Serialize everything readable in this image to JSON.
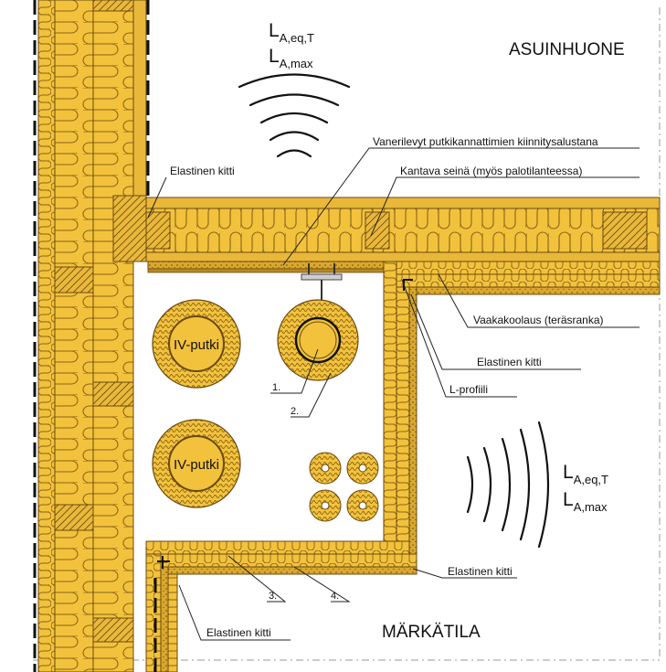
{
  "rooms": {
    "top_right": "ASUINHUONE",
    "bottom": "MÄRKÄTILA"
  },
  "sound_levels": {
    "top": {
      "l1_main": "L",
      "l1_sub": "A,eq,T",
      "l2_main": "L",
      "l2_sub": "A,max"
    },
    "right": {
      "l1_main": "L",
      "l1_sub": "A,eq,T",
      "l2_main": "L",
      "l2_sub": "A,max"
    }
  },
  "labels": {
    "plywood": "Vanerilevyt putkikannattimien kiinnitysalustana",
    "sealant_top_left": "Elastinen kitti",
    "load_wall": "Kantava seinä (myös palotilanteessa)",
    "horizontal_framing": "Vaakakoolaus (teräsranka)",
    "sealant_right": "Elastinen kitti",
    "l_profile": "L-profiili",
    "sealant_bottom_right": "Elastinen kitti",
    "sealant_bottom_left": "Elastinen kitti"
  },
  "pipes": {
    "upper": "IV-putki",
    "lower": "IV-putki"
  },
  "numbers": [
    "1.",
    "2.",
    "3.",
    "4."
  ],
  "colors": {
    "insulation": "#f2c23c",
    "wood": "#e9b83a",
    "outline": "#6a4a10",
    "squiggle": "#8a6418",
    "background": "#ffffff"
  }
}
